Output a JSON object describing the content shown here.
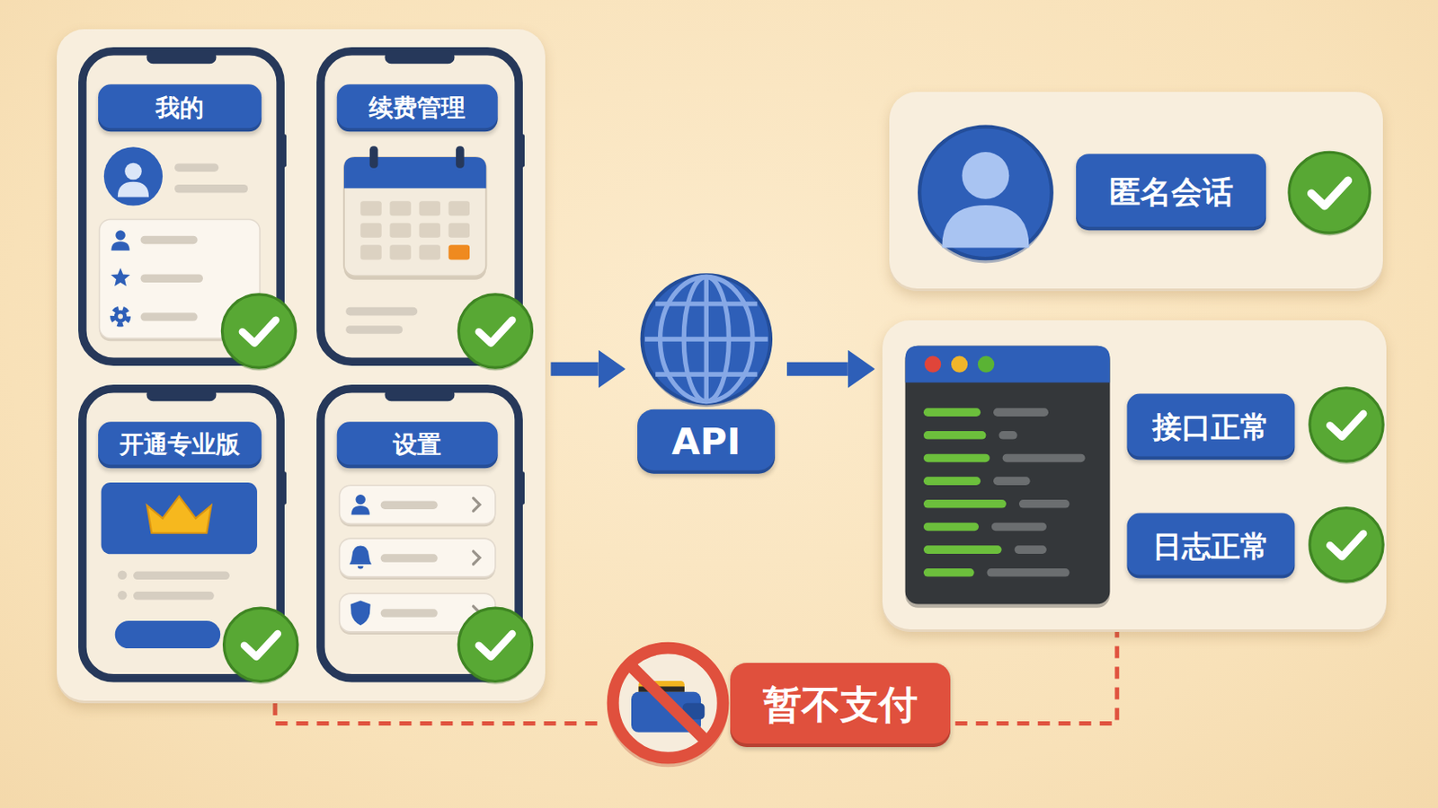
{
  "diagram": {
    "nodes": [
      {
        "text": []
      },
      {
        "text": [
          "我的"
        ],
        "in": 0
      },
      {
        "text": [
          "续费管理"
        ],
        "in": 0
      },
      {
        "text": [
          "开通专业版"
        ],
        "in": 0
      },
      {
        "text": [
          "设置"
        ],
        "in": 0
      },
      {
        "text": [
          "API"
        ]
      },
      {
        "text": [
          "匿名会话"
        ]
      },
      {
        "text": [
          "接口正常",
          "日志正常"
        ]
      },
      {
        "text": [
          "暂不支付"
        ]
      }
    ],
    "edges": [
      {
        "from": 0,
        "to": 5,
        "arrow": "to"
      },
      {
        "from": 5,
        "to": 7,
        "arrow": "to"
      },
      {
        "from": 0,
        "to": 8,
        "arrow": "none"
      },
      {
        "from": 8,
        "to": 7,
        "arrow": "none"
      }
    ]
  }
}
